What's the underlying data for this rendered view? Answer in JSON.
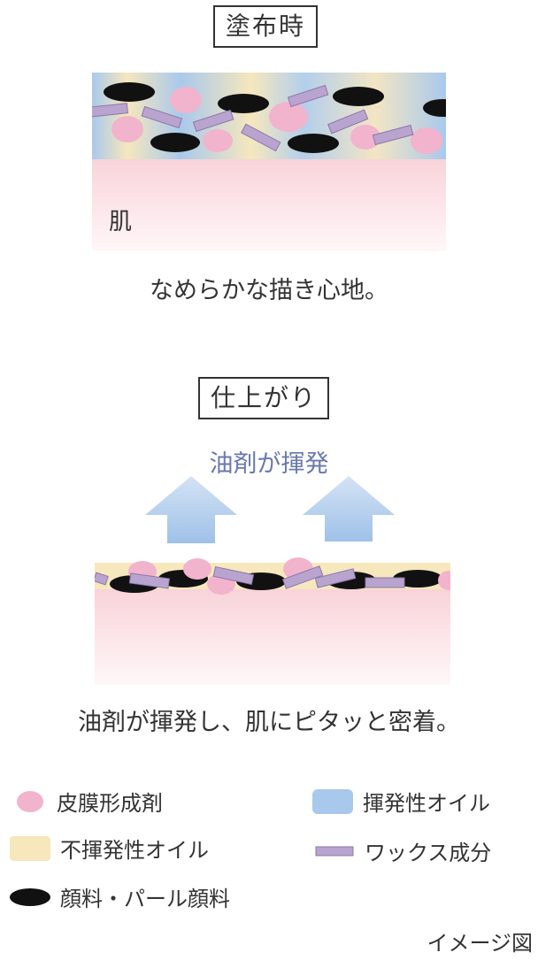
{
  "top": {
    "label": "塗布時",
    "skin_label": "肌",
    "caption": "なめらかな描き心地。"
  },
  "bottom": {
    "label": "仕上がり",
    "evaporation": "油剤が揮発",
    "caption": "油剤が揮発し、肌にピタッと密着。"
  },
  "legend": {
    "film": "皮膜形成剤",
    "volatile_oil": "揮発性オイル",
    "nonvolatile_oil": "不揮発性オイル",
    "wax": "ワックス成分",
    "pigment": "顔料・パール顔料"
  },
  "note": "イメージ図",
  "colors": {
    "film": "#f2b3cc",
    "volatile_oil": "#a9c9ec",
    "nonvolatile_oil": "#f6e7bd",
    "wax": "#b9a4d0",
    "pigment": "#111111",
    "evaporation_text": "#6a78b0"
  }
}
